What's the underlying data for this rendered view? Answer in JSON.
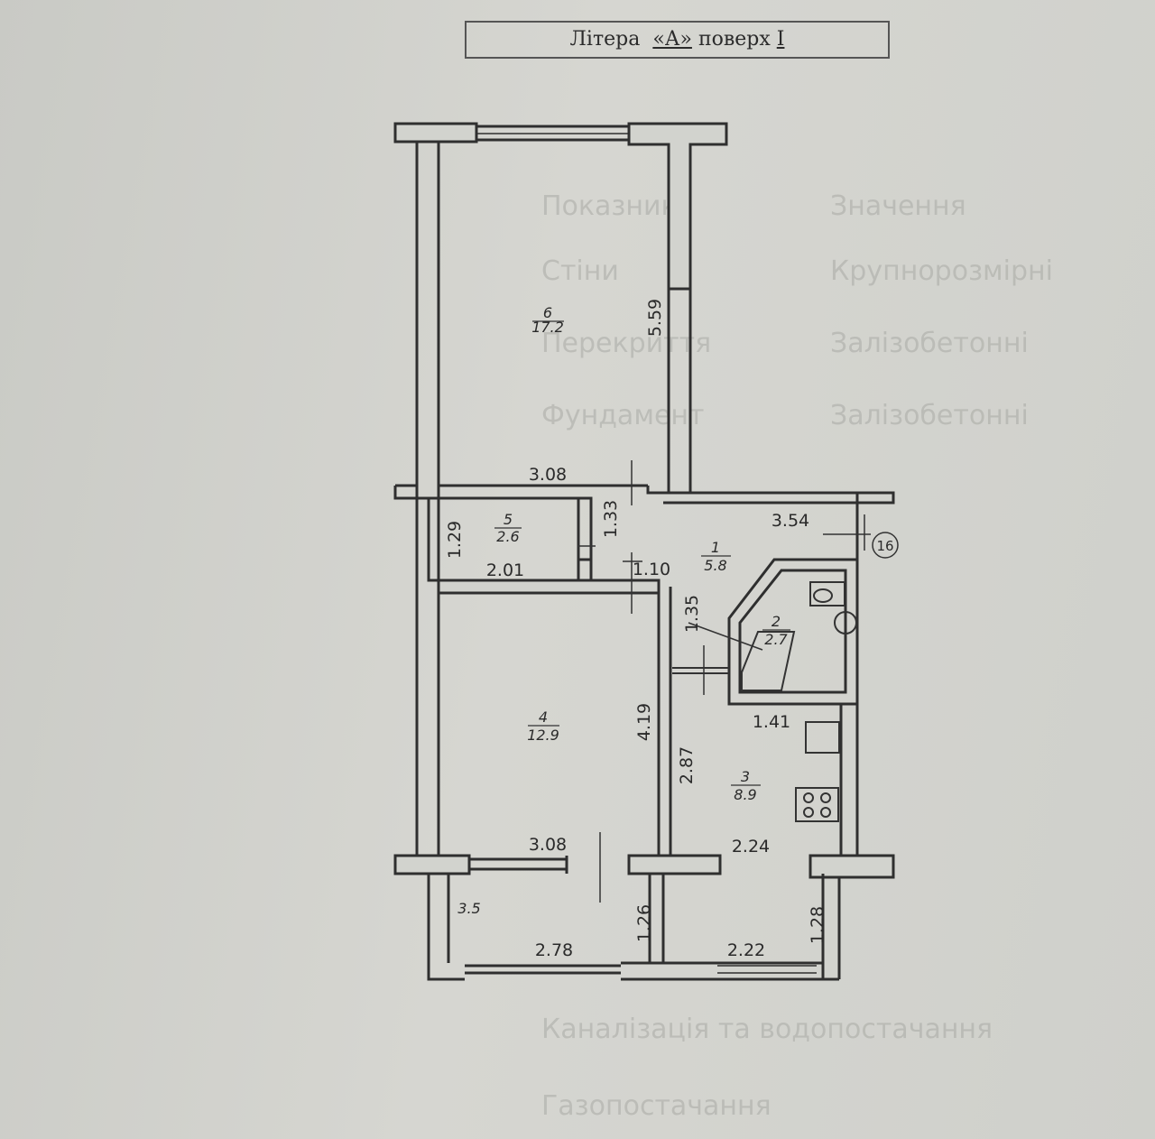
{
  "title": {
    "prefix": "Літера",
    "letter": "«А»",
    "suffix": "поверх",
    "floor": "I"
  },
  "rooms": [
    {
      "id": "room-1",
      "number": "1",
      "area": "5.8"
    },
    {
      "id": "room-2",
      "number": "2",
      "area": "2.7"
    },
    {
      "id": "room-3",
      "number": "3",
      "area": "8.9"
    },
    {
      "id": "room-4",
      "number": "4",
      "area": "12.9"
    },
    {
      "id": "room-5",
      "number": "5",
      "area": "2.6"
    },
    {
      "id": "room-6",
      "number": "6",
      "area": "17.2"
    },
    {
      "id": "balcony",
      "number": "",
      "area": "3.5"
    }
  ],
  "dimensions": {
    "d_559": "5.59",
    "d_308_top": "3.08",
    "d_133": "1.33",
    "d_354": "3.54",
    "d_129": "1.29",
    "d_201": "2.01",
    "d_110": "1.10",
    "d_135": "1.35",
    "d_419": "4.19",
    "d_287": "2.87",
    "d_141": "1.41",
    "d_308_bottom": "3.08",
    "d_224": "2.24",
    "d_126": "1.26",
    "d_278": "2.78",
    "d_222": "2.22",
    "d_128": "1.28"
  },
  "marker": "16"
}
